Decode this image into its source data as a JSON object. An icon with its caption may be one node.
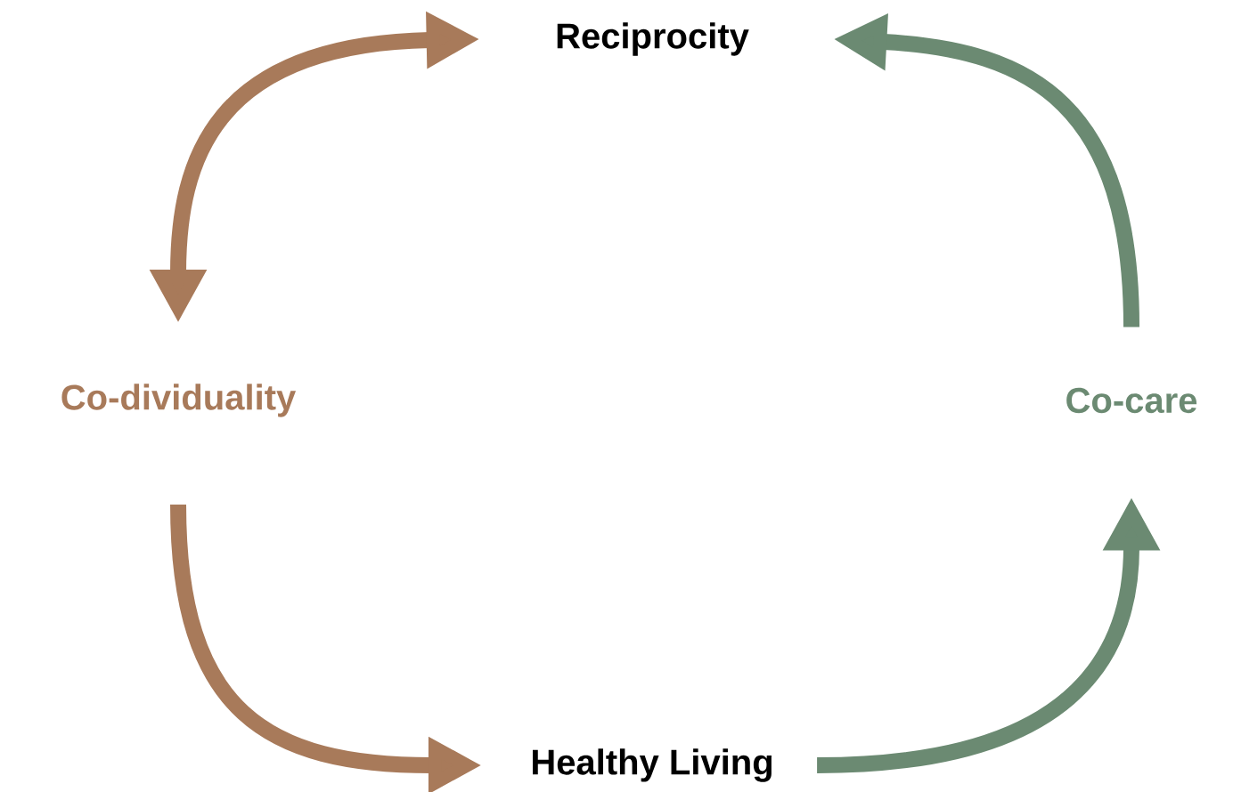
{
  "diagram": {
    "nodes": [
      {
        "text": [
          "Reciprocity"
        ]
      },
      {
        "text": [
          "Co-dividuality"
        ]
      },
      {
        "text": [
          "Co-care"
        ]
      },
      {
        "text": [
          "Healthy Living"
        ]
      }
    ],
    "edges": [
      {
        "from": 0,
        "to": 1,
        "arrow": "both",
        "color": "#a87a5a"
      },
      {
        "from": 1,
        "to": 3,
        "arrow": "to",
        "color": "#a87a5a"
      },
      {
        "from": 3,
        "to": 2,
        "arrow": "to",
        "color": "#6b8a72"
      },
      {
        "from": 2,
        "to": 0,
        "arrow": "to",
        "color": "#6b8a72"
      }
    ]
  }
}
